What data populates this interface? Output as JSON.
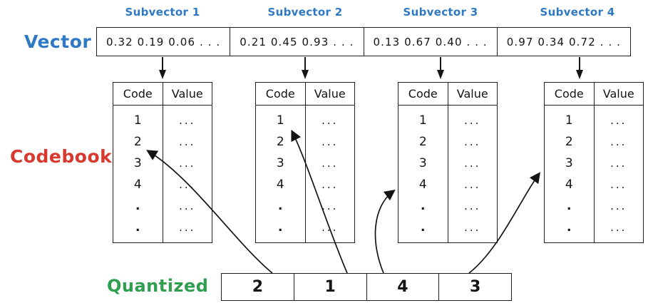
{
  "diagram": {
    "title_labels": {
      "vector": "Vector",
      "codebook": "Codebook",
      "quantized": "Quantized"
    },
    "colors": {
      "vector_label": "#2f79c4",
      "codebook_label": "#d8392f",
      "quantized_label": "#2f9e4f",
      "subvector_caption": "#2f79c4",
      "ink": "#141414"
    },
    "subvector_captions": [
      "Subvector 1",
      "Subvector 2",
      "Subvector 3",
      "Subvector 4"
    ],
    "vector_cells": [
      "0.32  0.19  0.06 . . .",
      "0.21  0.45  0.93 . . .",
      "0.13  0.67  0.40 . . .",
      "0.97  0.34  0.72 . . ."
    ],
    "codebook_headers": [
      "Code",
      "Value"
    ],
    "codebook_codes": [
      "1",
      "2",
      "3",
      "4",
      ".",
      "."
    ],
    "codebook_values": [
      "...",
      "...",
      "...",
      "...",
      "...",
      "..."
    ],
    "codebooks": [
      {
        "name": "codebook-1",
        "selected_code": "2"
      },
      {
        "name": "codebook-2",
        "selected_code": "1"
      },
      {
        "name": "codebook-3",
        "selected_code": "4"
      },
      {
        "name": "codebook-4",
        "selected_code": "3"
      }
    ],
    "quantized_cells": [
      "2",
      "1",
      "4",
      "3"
    ]
  }
}
